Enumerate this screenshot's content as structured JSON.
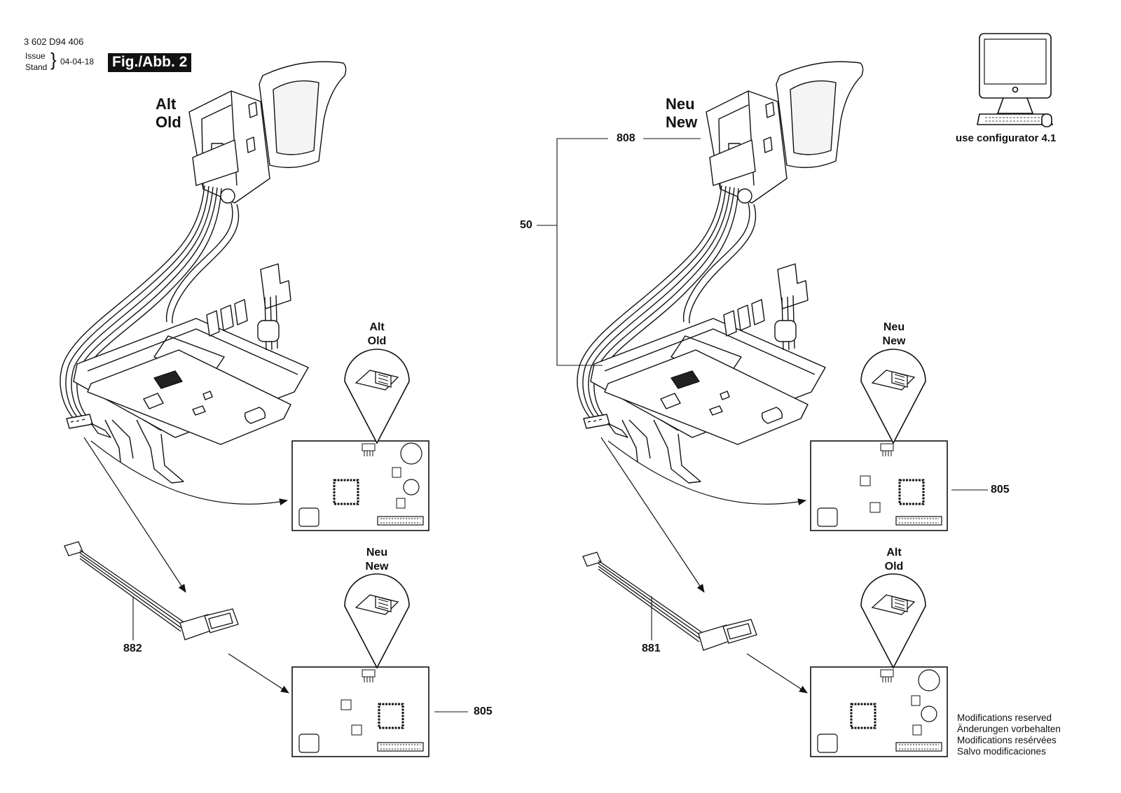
{
  "header": {
    "doc_number": "3 602 D94 406",
    "issue_label": "Issue",
    "stand_label": "Stand",
    "date": "04-04-18",
    "figure": "Fig./Abb. 2"
  },
  "left_panel": {
    "title_de": "Alt",
    "title_en": "Old",
    "detail_top": {
      "de": "Alt",
      "en": "Old"
    },
    "detail_bottom": {
      "de": "Neu",
      "en": "New"
    },
    "part_cable": "882",
    "part_board": "805"
  },
  "right_panel": {
    "title_de": "Neu",
    "title_en": "New",
    "detail_top": {
      "de": "Neu",
      "en": "New"
    },
    "detail_bottom": {
      "de": "Alt",
      "en": "Old"
    },
    "part_switch": "808",
    "part_assembly": "50",
    "part_board": "805",
    "part_cable": "881"
  },
  "configurator": {
    "icon": "computer-monitor-icon",
    "label": "use configurator 4.1"
  },
  "footer": {
    "lines": [
      "Modifications reserved",
      "Änderungen vorbehalten",
      "Modifications resérvées",
      "Salvo modificaciones"
    ]
  }
}
